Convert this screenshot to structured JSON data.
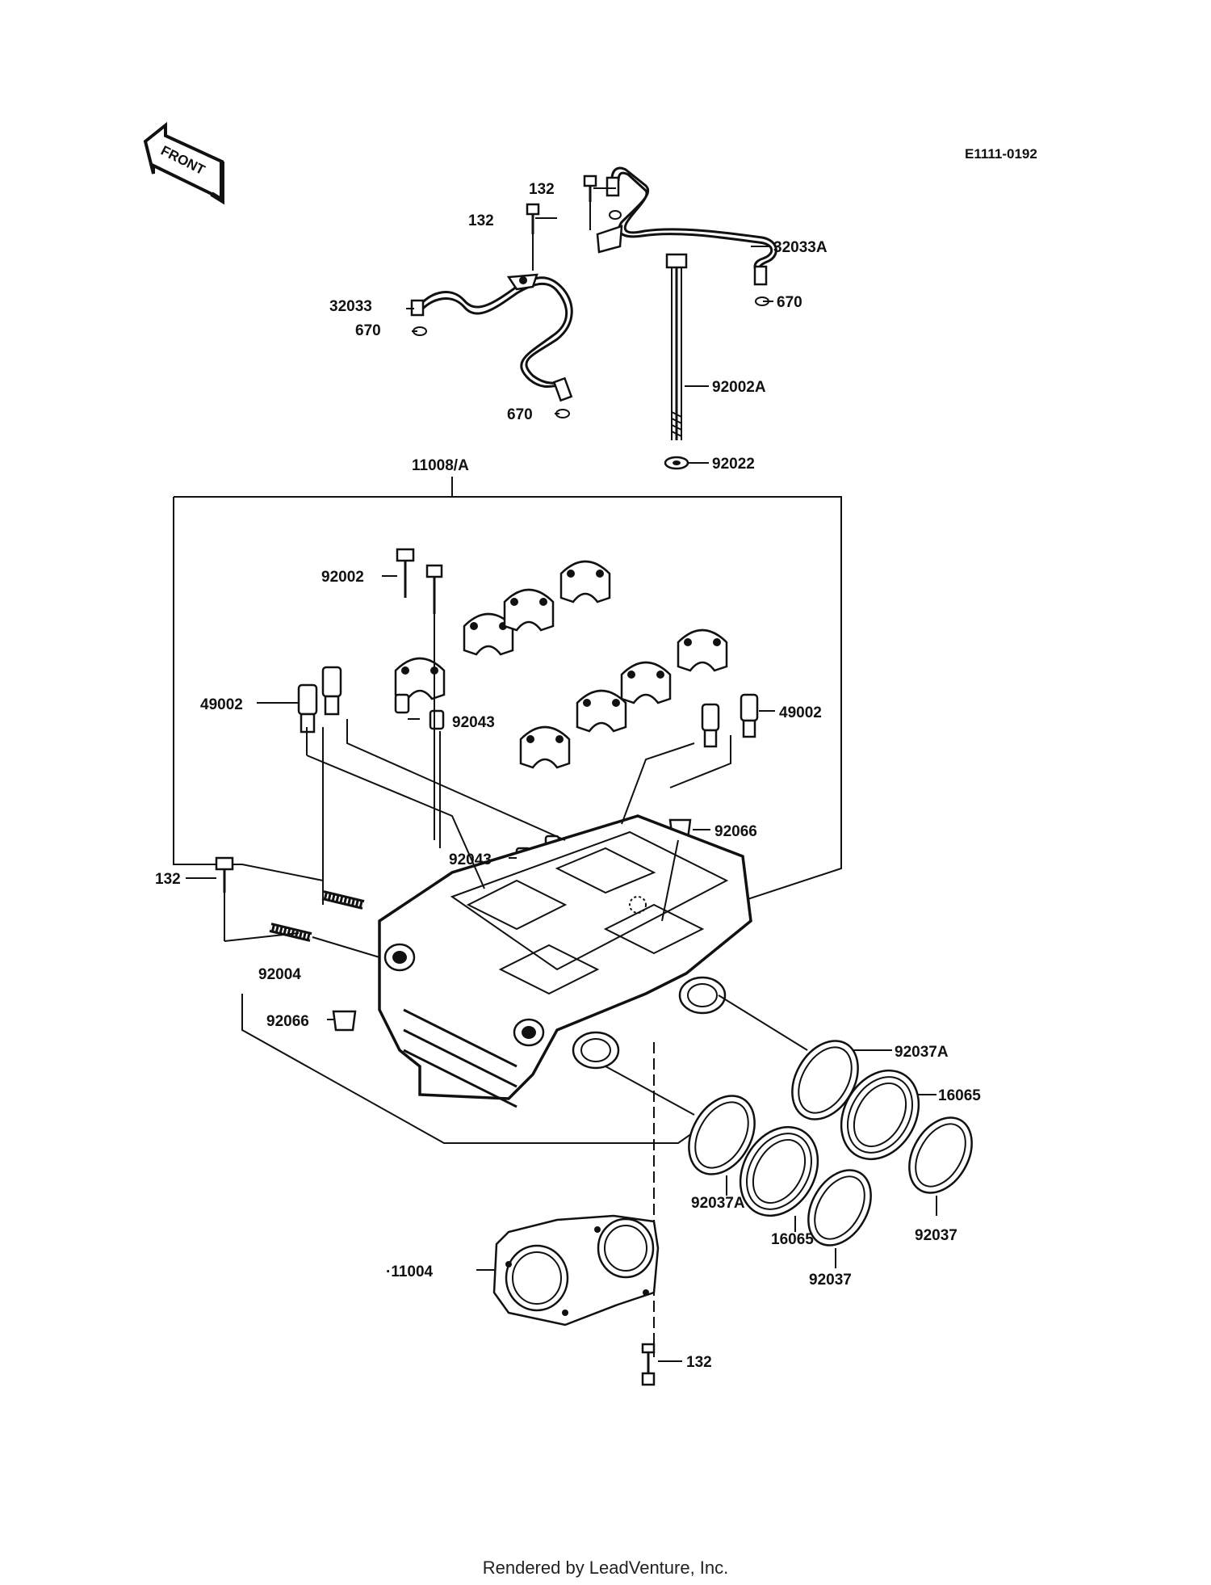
{
  "diagram": {
    "code": "E1111-0192",
    "front_label": "FRONT",
    "footer": "Rendered by LeadVenture, Inc.",
    "labels": {
      "bolt_132_top_a": "132",
      "bolt_132_top_b": "132",
      "pipe_32033": "32033",
      "pipe_32033a": "32033A",
      "oring_670_a": "670",
      "oring_670_b": "670",
      "oring_670_c": "670",
      "bolt_92002a": "92002A",
      "washer_92022": "92022",
      "head_11008a": "11008/A",
      "bolt_92002": "92002",
      "guide_49002_l": "49002",
      "guide_49002_r": "49002",
      "pin_92043_a": "92043",
      "pin_92043_b": "92043",
      "plug_92066_a": "92066",
      "plug_92066_b": "92066",
      "bolt_132_left": "132",
      "stud_92004": "92004",
      "clamp_92037a_a": "92037A",
      "clamp_92037a_b": "92037A",
      "holder_16065_a": "16065",
      "holder_16065_b": "16065",
      "clamp_92037_a": "92037",
      "clamp_92037_b": "92037",
      "gasket_11004": "·11004",
      "bolt_132_bottom": "132"
    }
  }
}
